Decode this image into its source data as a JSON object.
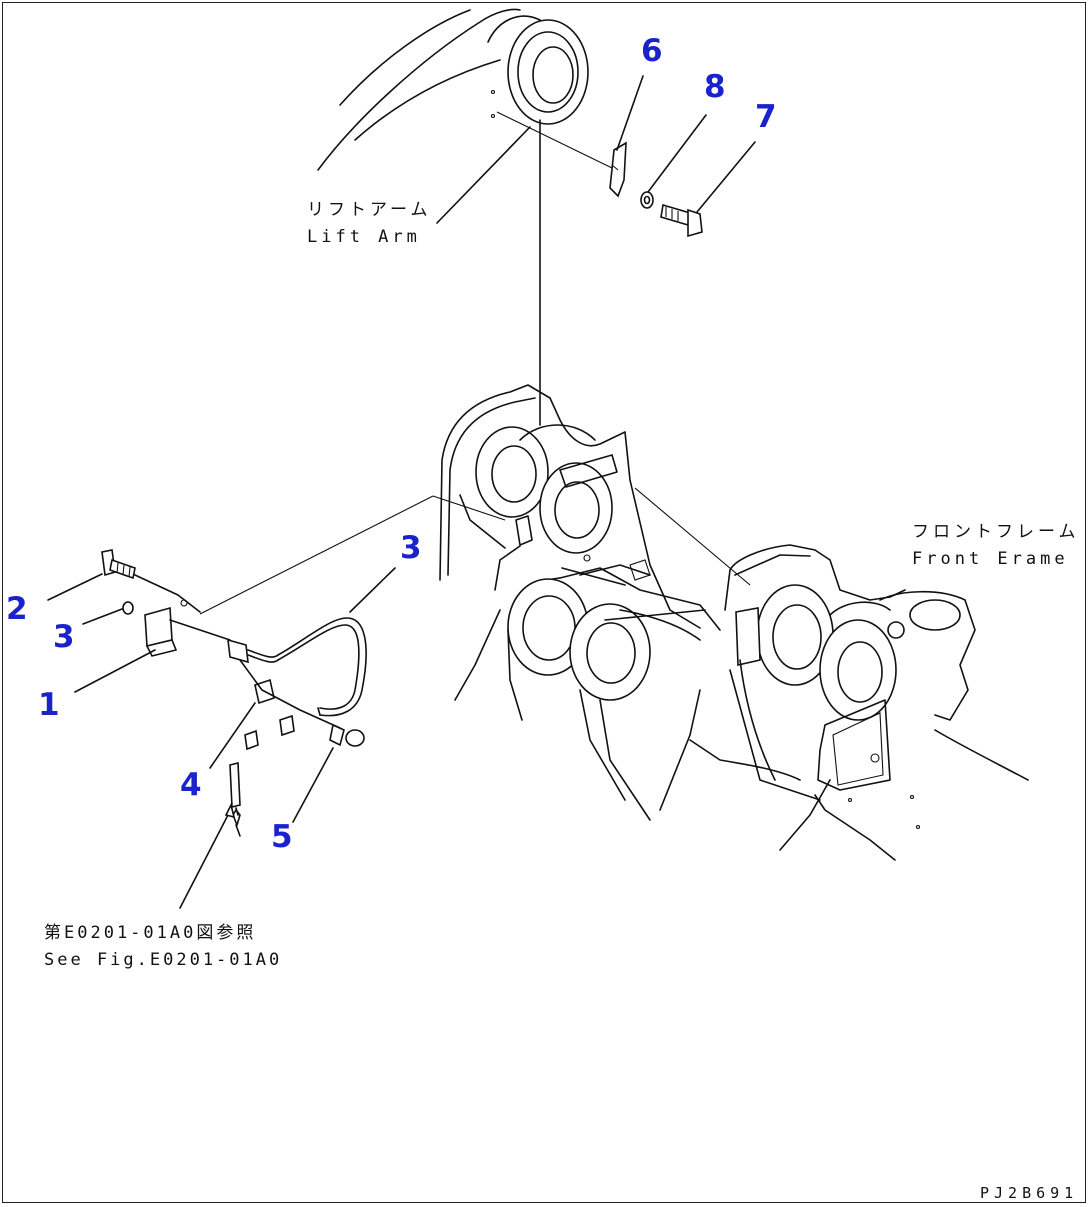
{
  "labels": {
    "lift_arm_jp": "リフトアーム",
    "lift_arm_en": "Lift Arm",
    "front_frame_jp": "フロントフレーム",
    "front_frame_en": "Front Erame",
    "see_fig_jp": "第E0201-01A0図参照",
    "see_fig_en": "See Fig.E0201-01A0",
    "drawing_code": "PJ2B691"
  },
  "callouts": {
    "c1": "1",
    "c2": "2",
    "c3a": "3",
    "c3b": "3",
    "c4": "4",
    "c5": "5",
    "c6": "6",
    "c7": "7",
    "c8": "8"
  },
  "colors": {
    "callout": "#1a22cc",
    "line": "#111111",
    "background": "#ffffff"
  }
}
